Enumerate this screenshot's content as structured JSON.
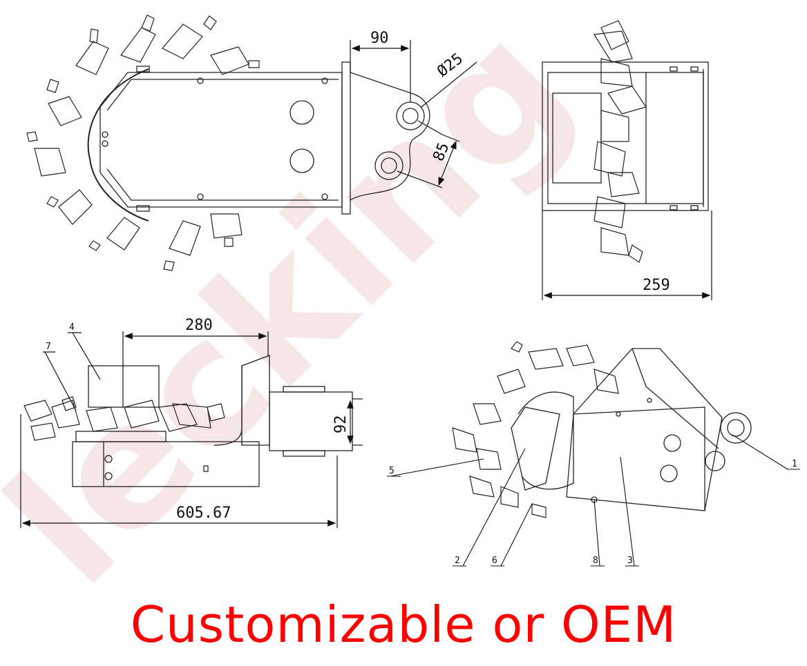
{
  "watermark": {
    "text": "lecking",
    "color": "#f5e5e5"
  },
  "views": {
    "top": {
      "dimensions": {
        "d90": "90",
        "d25": "Ø25",
        "d85": "85"
      }
    },
    "end": {
      "dimensions": {
        "d259": "259"
      }
    },
    "side": {
      "dimensions": {
        "d280": "280",
        "d92": "92",
        "d605": "605.67"
      },
      "parts": {
        "p4": "4",
        "p7": "7"
      }
    },
    "iso": {
      "parts": {
        "p1": "1",
        "p2": "2",
        "p3": "3",
        "p5": "5",
        "p6": "6",
        "p8": "8"
      }
    }
  },
  "footer": {
    "text": "Customizable or OEM",
    "color": "#ff0000"
  }
}
